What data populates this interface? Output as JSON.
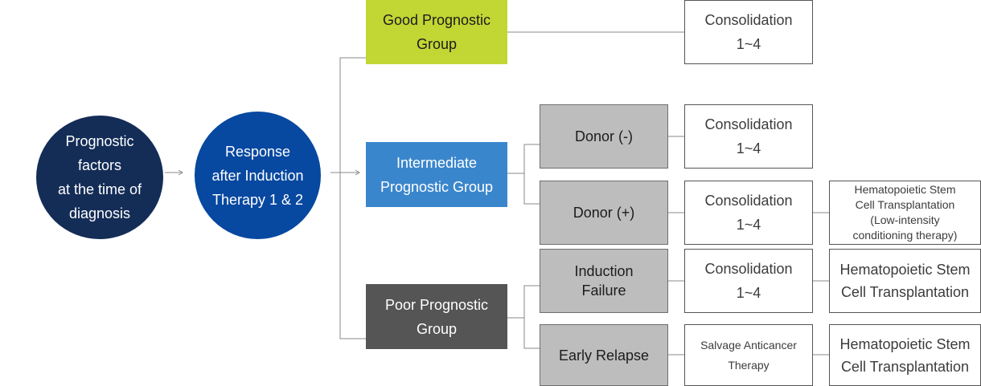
{
  "diagram": {
    "prognostic_factors": "Prognostic\nfactors\nat the time of\ndiagnosis",
    "response": "Response\nafter Induction\nTherapy 1 & 2",
    "groups": {
      "good": "Good Prognostic\nGroup",
      "intermediate": "Intermediate\nPrognostic Group",
      "poor": "Poor Prognostic\nGroup"
    },
    "donor_negative": "Donor (-)",
    "donor_positive": "Donor (+)",
    "induction_failure": "Induction\nFailure",
    "early_relapse": "Early Relapse",
    "consolidation": "Consolidation\n1~4",
    "salvage": "Salvage Anticancer\nTherapy",
    "hsct_low_intensity": "Hematopoietic Stem\nCell Transplantation\n(Low-intensity\nconditioning therapy)",
    "hsct": "Hematopoietic Stem\nCell Transplantation"
  },
  "colors": {
    "circle_dark": "#142d57",
    "circle_blue": "#0748a0",
    "good_group": "#c2d634",
    "intermediate_group": "#3a86cc",
    "poor_group": "#555555",
    "grey_box": "#bdbdbd",
    "connector": "#8a8a8a"
  }
}
